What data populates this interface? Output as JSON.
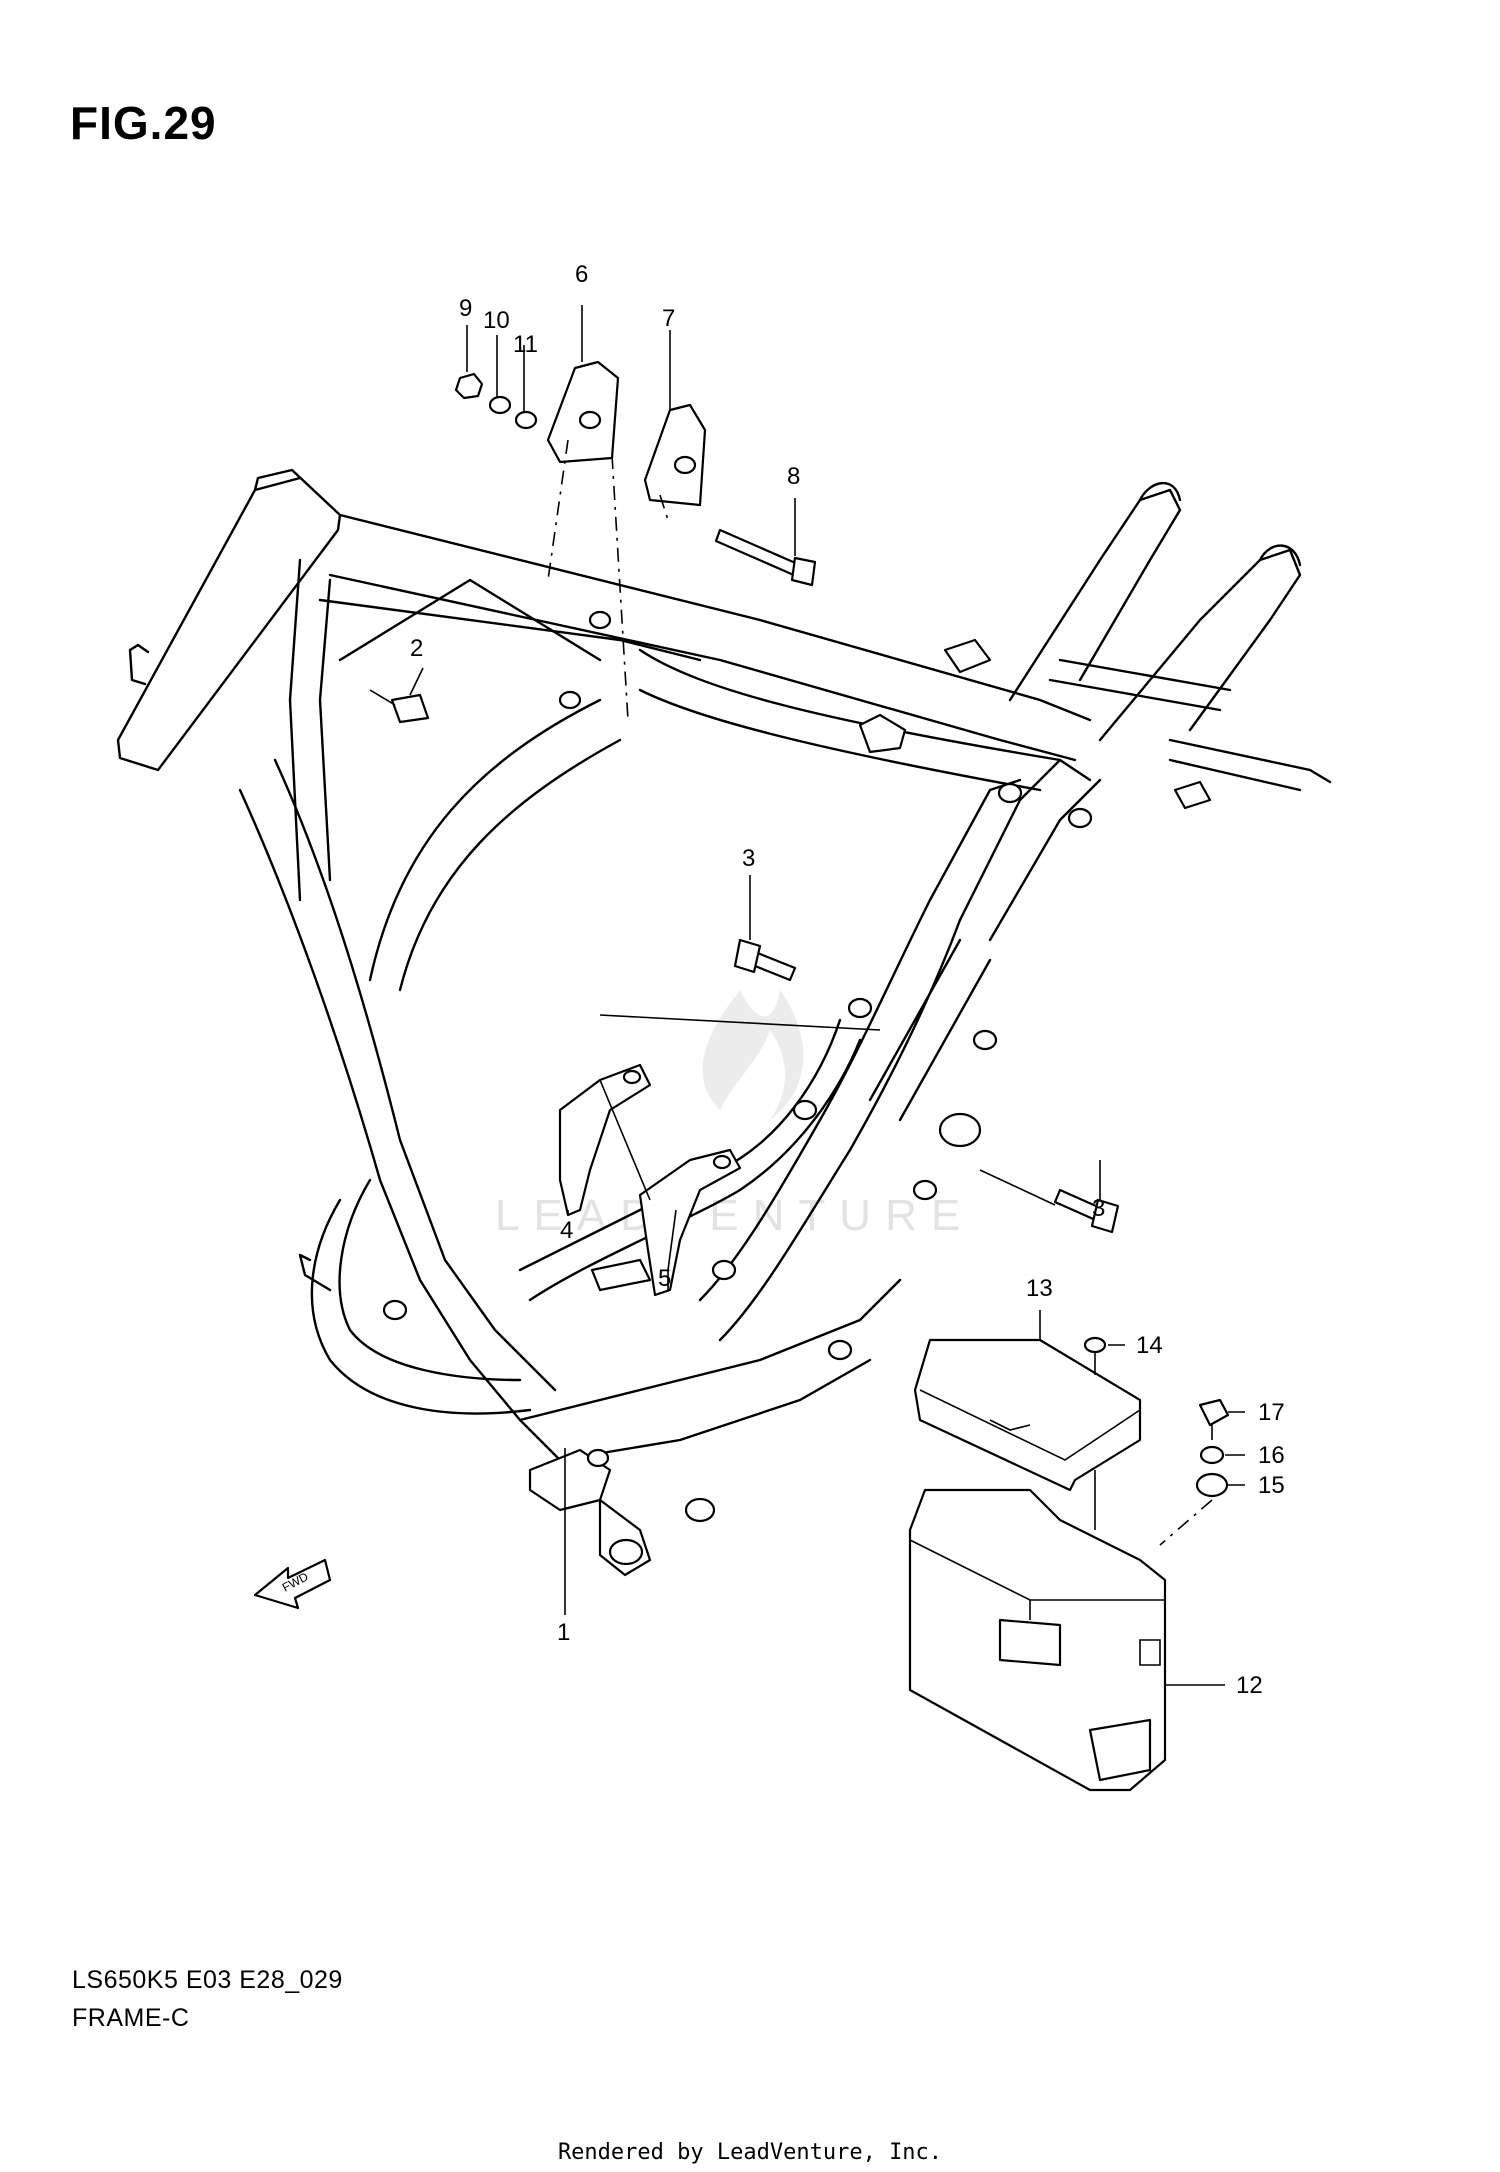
{
  "figure": {
    "title": "FIG.29"
  },
  "callouts": {
    "c1": "1",
    "c2": "2",
    "c3a": "3",
    "c3b": "3",
    "c4": "4",
    "c5": "5",
    "c6": "6",
    "c7": "7",
    "c8": "8",
    "c9": "9",
    "c10": "10",
    "c11": "11",
    "c12": "12",
    "c13": "13",
    "c14": "14",
    "c15": "15",
    "c16": "16",
    "c17": "17"
  },
  "fwd_arrow_label": "FWD",
  "watermark": {
    "text": "LEADVENTURE"
  },
  "footer": {
    "model_code": "LS650K5 E03 E28_029",
    "section": "FRAME-C",
    "credit": "Rendered by LeadVenture, Inc."
  }
}
